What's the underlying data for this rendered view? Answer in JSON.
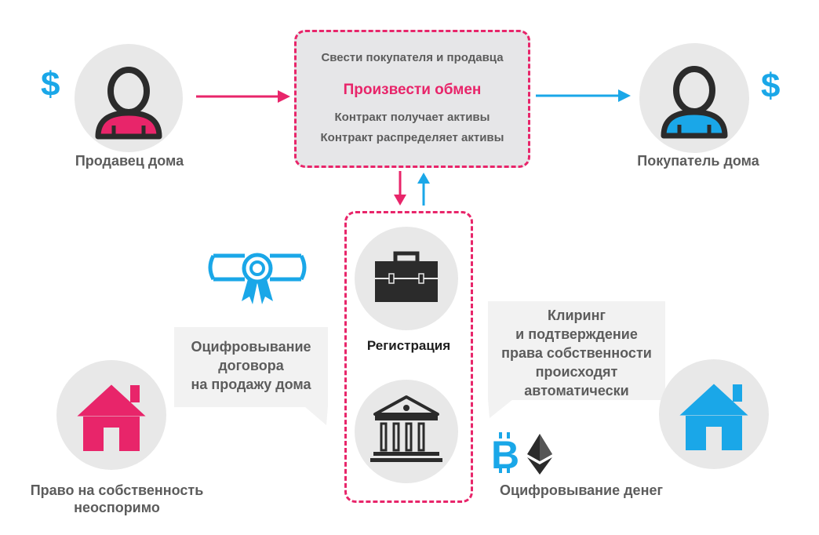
{
  "colors": {
    "pink": "#e8256a",
    "blue": "#1aa7e8",
    "circle": "#e8e8e8",
    "box": "#e6e6e8",
    "dark": "#2b2b2b"
  },
  "seller": {
    "label": "Продавец дома",
    "currency": "$",
    "icon": "person-icon"
  },
  "buyer": {
    "label": "Покупатель дома",
    "currency": "$",
    "icon": "person-icon"
  },
  "contract_box": {
    "line1": "Свести покупателя и продавца",
    "main": "Произвести обмен",
    "line3": "Контракт получает активы",
    "line4": "Контракт распределяет активы"
  },
  "registry": {
    "label": "Регистрация",
    "icons": [
      "briefcase-icon",
      "bank-building-icon"
    ]
  },
  "left_bubble": {
    "lines": [
      "Оцифровывание",
      "договора",
      "на продажу дома"
    ],
    "icon": "certificate-icon"
  },
  "right_bubble": {
    "lines": [
      "Клиринг",
      "и подтверждение",
      "права собственности",
      "происходят",
      "автоматически"
    ]
  },
  "left_house": {
    "label_lines": [
      "Право на собственность",
      "неоспоримо"
    ],
    "icon": "house-icon"
  },
  "right_house": {
    "icon": "house-icon"
  },
  "crypto": {
    "label": "Оцифровывание денег",
    "icons": [
      "bitcoin-icon",
      "ethereum-icon"
    ]
  }
}
